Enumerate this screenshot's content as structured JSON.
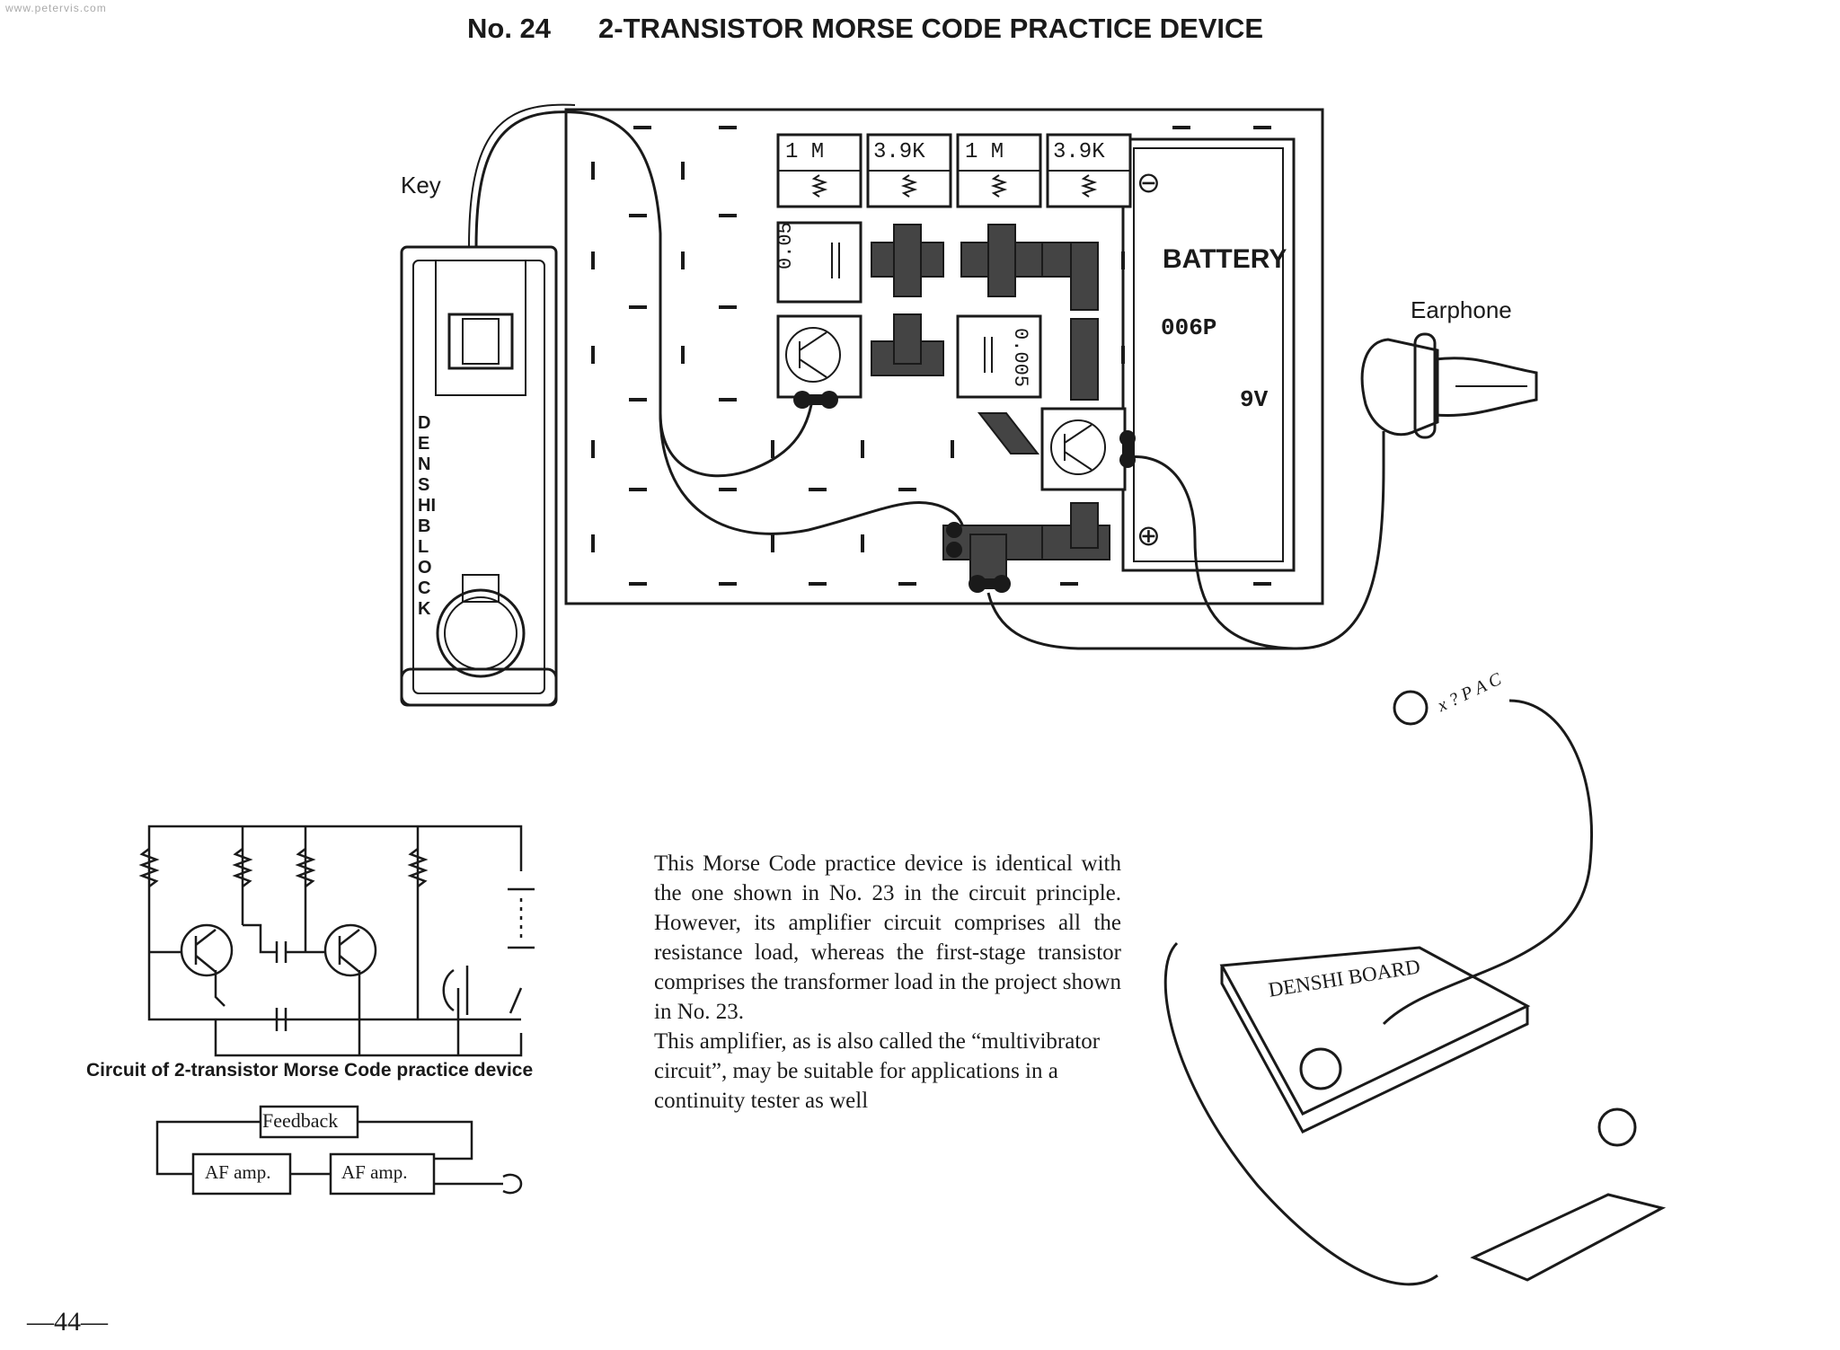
{
  "watermark": "www.petervis.com",
  "header": {
    "number": "No. 24",
    "title": "2-TRANSISTOR MORSE CODE PRACTICE DEVICE"
  },
  "labels": {
    "key": "Key",
    "earphone": "Earphone",
    "key_block_text": "DENSHI BLOCK",
    "board_text": "DENSHI BOARD",
    "cartoon_letters": "x ? P A C"
  },
  "blocks": {
    "r1": "1  M",
    "r2": "3.9K",
    "r3": "1  M",
    "r4": "3.9K",
    "c1": "0.05",
    "c2": "0.005",
    "battery_title": "BATTERY",
    "battery_type": "006P",
    "battery_voltage": "9V",
    "minus": "⊖",
    "plus": "⊕"
  },
  "schematic": {
    "caption": "Circuit of 2-transistor Morse Code practice device",
    "feedback": "Feedback",
    "amp1": "AF amp.",
    "amp2": "AF amp."
  },
  "description": {
    "para1": "This Morse Code practice device is identical with the one shown in No. 23 in the circuit principle. However, its amplifier circuit comprises all the resistance load, whereas the first-stage transistor comprises the transformer load in the project shown in No. 23.",
    "para2": "This amplifier, as is also called the “multivibrator circuit”, may be suitable for applications in a continuity tester as well"
  },
  "page_number": "—44—"
}
